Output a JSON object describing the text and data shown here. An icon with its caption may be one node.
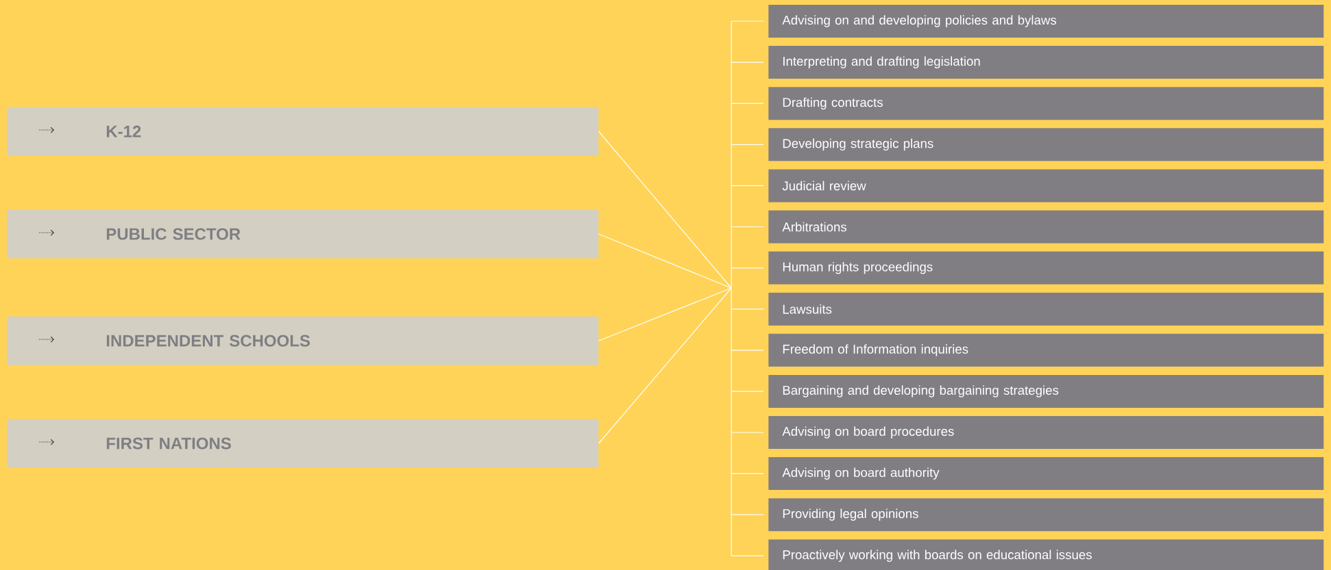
{
  "diagram": {
    "nodes": [
      {
        "text": [
          "K-12"
        ]
      },
      {
        "text": [
          "PUBLIC SECTOR"
        ]
      },
      {
        "text": [
          "INDEPENDENT SCHOOLS"
        ]
      },
      {
        "text": [
          "FIRST NATIONS"
        ]
      },
      {
        "text": [
          "Advising on and developing policies and bylaws"
        ]
      },
      {
        "text": [
          "Interpreting and drafting legislation"
        ]
      },
      {
        "text": [
          "Drafting contracts"
        ]
      },
      {
        "text": [
          "Developing strategic plans"
        ]
      },
      {
        "text": [
          "Judicial review"
        ]
      },
      {
        "text": [
          "Arbitrations"
        ]
      },
      {
        "text": [
          "Human rights proceedings"
        ]
      },
      {
        "text": [
          "Lawsuits"
        ]
      },
      {
        "text": [
          "Freedom of Information inquiries"
        ]
      },
      {
        "text": [
          "Bargaining and developing bargaining strategies"
        ]
      },
      {
        "text": [
          "Advising on board procedures"
        ]
      },
      {
        "text": [
          "Advising on board authority"
        ]
      },
      {
        "text": [
          "Providing legal opinions"
        ]
      },
      {
        "text": [
          "Proactively working with boards on educational issues"
        ]
      }
    ],
    "edges": [
      {
        "from": 0,
        "to": 4,
        "arrow": "none"
      },
      {
        "from": 0,
        "to": 5,
        "arrow": "none"
      },
      {
        "from": 0,
        "to": 6,
        "arrow": "none"
      },
      {
        "from": 0,
        "to": 7,
        "arrow": "none"
      },
      {
        "from": 0,
        "to": 8,
        "arrow": "none"
      },
      {
        "from": 0,
        "to": 9,
        "arrow": "none"
      },
      {
        "from": 0,
        "to": 10,
        "arrow": "none"
      },
      {
        "from": 0,
        "to": 11,
        "arrow": "none"
      },
      {
        "from": 0,
        "to": 12,
        "arrow": "none"
      },
      {
        "from": 0,
        "to": 13,
        "arrow": "none"
      },
      {
        "from": 0,
        "to": 14,
        "arrow": "none"
      },
      {
        "from": 0,
        "to": 15,
        "arrow": "none"
      },
      {
        "from": 0,
        "to": 16,
        "arrow": "none"
      },
      {
        "from": 0,
        "to": 17,
        "arrow": "none"
      },
      {
        "from": 1,
        "to": 4,
        "arrow": "none"
      },
      {
        "from": 1,
        "to": 5,
        "arrow": "none"
      },
      {
        "from": 1,
        "to": 6,
        "arrow": "none"
      },
      {
        "from": 1,
        "to": 7,
        "arrow": "none"
      },
      {
        "from": 1,
        "to": 8,
        "arrow": "none"
      },
      {
        "from": 1,
        "to": 9,
        "arrow": "none"
      },
      {
        "from": 1,
        "to": 10,
        "arrow": "none"
      },
      {
        "from": 1,
        "to": 11,
        "arrow": "none"
      },
      {
        "from": 1,
        "to": 12,
        "arrow": "none"
      },
      {
        "from": 1,
        "to": 13,
        "arrow": "none"
      },
      {
        "from": 1,
        "to": 14,
        "arrow": "none"
      },
      {
        "from": 1,
        "to": 15,
        "arrow": "none"
      },
      {
        "from": 1,
        "to": 16,
        "arrow": "none"
      },
      {
        "from": 1,
        "to": 17,
        "arrow": "none"
      },
      {
        "from": 2,
        "to": 4,
        "arrow": "none"
      },
      {
        "from": 2,
        "to": 5,
        "arrow": "none"
      },
      {
        "from": 2,
        "to": 6,
        "arrow": "none"
      },
      {
        "from": 2,
        "to": 7,
        "arrow": "none"
      },
      {
        "from": 2,
        "to": 8,
        "arrow": "none"
      },
      {
        "from": 2,
        "to": 9,
        "arrow": "none"
      },
      {
        "from": 2,
        "to": 10,
        "arrow": "none"
      },
      {
        "from": 2,
        "to": 11,
        "arrow": "none"
      },
      {
        "from": 2,
        "to": 12,
        "arrow": "none"
      },
      {
        "from": 2,
        "to": 13,
        "arrow": "none"
      },
      {
        "from": 2,
        "to": 14,
        "arrow": "none"
      },
      {
        "from": 2,
        "to": 15,
        "arrow": "none"
      },
      {
        "from": 2,
        "to": 16,
        "arrow": "none"
      },
      {
        "from": 2,
        "to": 17,
        "arrow": "none"
      },
      {
        "from": 3,
        "to": 4,
        "arrow": "none"
      },
      {
        "from": 3,
        "to": 5,
        "arrow": "none"
      },
      {
        "from": 3,
        "to": 6,
        "arrow": "none"
      },
      {
        "from": 3,
        "to": 7,
        "arrow": "none"
      },
      {
        "from": 3,
        "to": 8,
        "arrow": "none"
      },
      {
        "from": 3,
        "to": 9,
        "arrow": "none"
      },
      {
        "from": 3,
        "to": 10,
        "arrow": "none"
      },
      {
        "from": 3,
        "to": 11,
        "arrow": "none"
      },
      {
        "from": 3,
        "to": 12,
        "arrow": "none"
      },
      {
        "from": 3,
        "to": 13,
        "arrow": "none"
      },
      {
        "from": 3,
        "to": 14,
        "arrow": "none"
      },
      {
        "from": 3,
        "to": 15,
        "arrow": "none"
      },
      {
        "from": 3,
        "to": 16,
        "arrow": "none"
      },
      {
        "from": 3,
        "to": 17,
        "arrow": "none"
      }
    ]
  }
}
